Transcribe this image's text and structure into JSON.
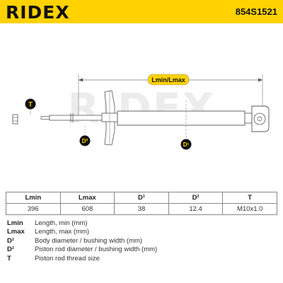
{
  "header": {
    "brand": "RIDEX",
    "part_number": "854S1521"
  },
  "diagram": {
    "watermark": "RIDEX",
    "labels": {
      "length": "Lmin/Lmax",
      "thread": "T",
      "rod_diameter": "D²",
      "body_diameter": "D¹"
    }
  },
  "specs": {
    "headers": [
      "Lmin",
      "Lmax",
      "D¹",
      "D²",
      "T"
    ],
    "values": [
      "396",
      "608",
      "38",
      "12.4",
      "M10x1.0"
    ]
  },
  "legend": [
    {
      "key": "Lmin",
      "desc": "Length, min (mm)"
    },
    {
      "key": "Lmax",
      "desc": "Length, max (mm)"
    },
    {
      "key": "D¹",
      "desc": "Body diameter / bushing width (mm)"
    },
    {
      "key": "D²",
      "desc": "Piston rod diameter / bushing width (mm)"
    },
    {
      "key": "T",
      "desc": "Piston rod thread size"
    }
  ],
  "colors": {
    "brand_yellow": "#ffd200",
    "label_badge": "#111111"
  }
}
